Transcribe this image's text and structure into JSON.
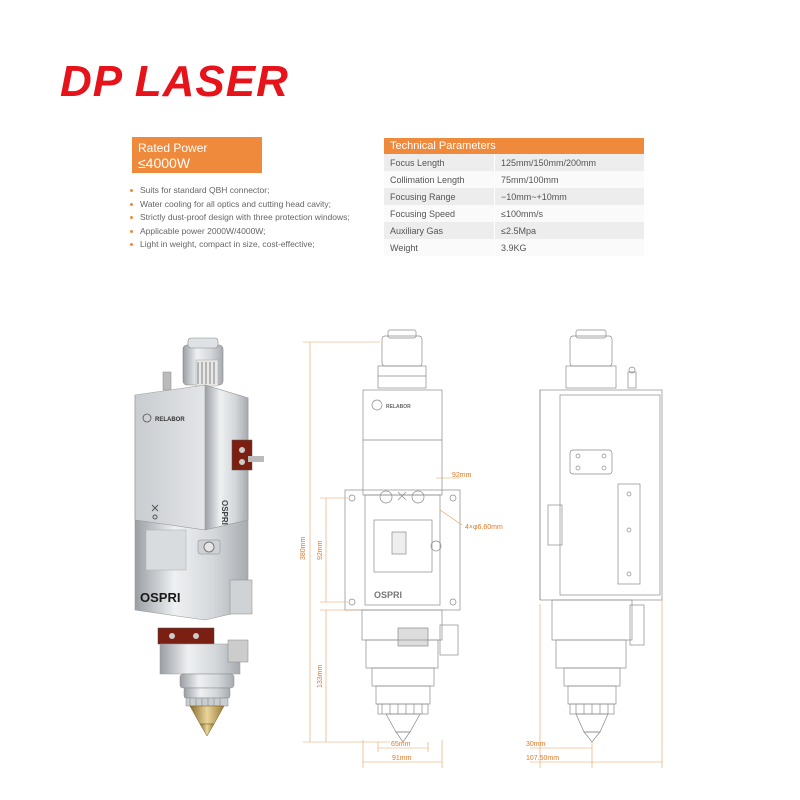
{
  "brand": {
    "logo": "DP LASER",
    "color": "#e6131a"
  },
  "rated_power": {
    "label": "Rated Power",
    "value": "≤4000W",
    "color": "#ef8a3c"
  },
  "features": [
    "Suits for standard QBH connector;",
    "Water cooling for all optics and cutting head cavity;",
    "Strictly dust-proof design with three protection windows;",
    "Applicable power 2000W/4000W;",
    "Light in weight, compact in size, cost-effective;"
  ],
  "technical": {
    "title": "Technical Parameters",
    "rows": [
      {
        "name": "Focus Length",
        "value": "125mm/150mm/200mm"
      },
      {
        "name": "Collimation Length",
        "value": "75mm/100mm"
      },
      {
        "name": "Focusing Range",
        "value": "−10mm~+10mm"
      },
      {
        "name": "Focusing Speed",
        "value": "≤100mm/s"
      },
      {
        "name": "Auxiliary Gas",
        "value": "≤2.5Mpa"
      },
      {
        "name": "Weight",
        "value": "3.9KG"
      }
    ]
  },
  "product_photo": {
    "brand_small": "RELABOR",
    "brand_big": "OSPRI",
    "side_text": "OSPRI"
  },
  "drawing_front": {
    "brand_small": "RELABOR",
    "brand_big": "OSPRI",
    "dims": {
      "overall_height": "380mm",
      "mid_height": "92mm",
      "lower_height": "133mm",
      "hole_spacing": "92mm",
      "holes": "4×φ6.60mm",
      "nozzle_width": "65mm",
      "body_width": "91mm"
    }
  },
  "drawing_side": {
    "dims": {
      "nozzle_offset": "30mm",
      "body_width": "107.50mm"
    }
  }
}
